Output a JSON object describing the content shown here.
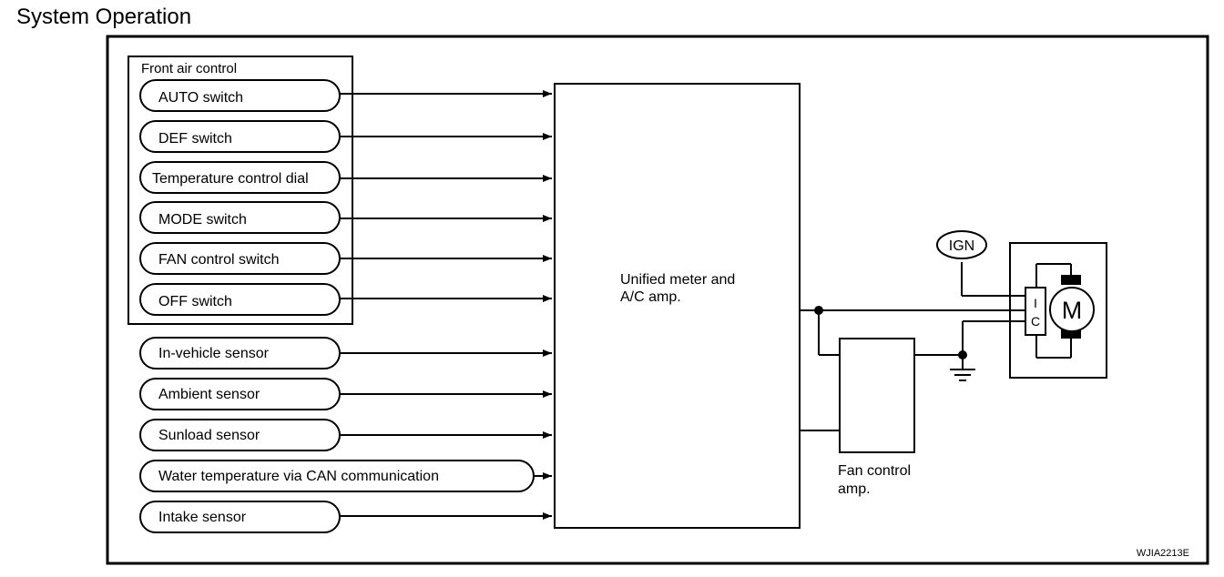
{
  "title": "System Operation",
  "front_air_control": {
    "label": "Front air control",
    "switches": [
      "AUTO switch",
      "DEF switch",
      "Temperature control dial",
      "MODE switch",
      "FAN control switch",
      "OFF switch"
    ]
  },
  "sensors": [
    "In-vehicle sensor",
    "Ambient sensor",
    "Sunload sensor",
    "Water temperature via CAN communication",
    "Intake sensor"
  ],
  "unit": {
    "line1": "Unified meter and",
    "line2": "A/C amp."
  },
  "fan_amp": {
    "line1": "Fan control",
    "line2": "amp."
  },
  "ign": "IGN",
  "ic": {
    "top": "I",
    "bottom": "C"
  },
  "motor": "M",
  "figure_id": "WJIA2213E"
}
